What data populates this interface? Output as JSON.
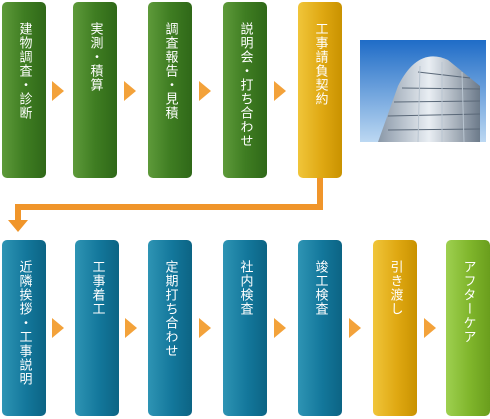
{
  "row1": [
    {
      "label": "建物調査・診断",
      "color": "green"
    },
    {
      "label": "実測・積算",
      "color": "green"
    },
    {
      "label": "調査報告・見積",
      "color": "green"
    },
    {
      "label": "説明会・打ち合わせ",
      "color": "green"
    },
    {
      "label": "工事請負契約",
      "color": "gold"
    }
  ],
  "row2": [
    {
      "label": "近隣挨拶・工事説明",
      "color": "teal"
    },
    {
      "label": "工事着工",
      "color": "teal"
    },
    {
      "label": "定期打ち合わせ",
      "color": "teal"
    },
    {
      "label": "社内検査",
      "color": "teal"
    },
    {
      "label": "竣工検査",
      "color": "teal"
    },
    {
      "label": "引き渡し",
      "color": "gold"
    },
    {
      "label": "アフターケア",
      "color": "lime"
    }
  ],
  "colors": {
    "green": "#3f7d22",
    "gold": "#dfa812",
    "teal": "#13779b",
    "lime": "#7fb52b",
    "arrow": "#f3a23a",
    "sky": "#2f7ecf"
  },
  "photo": {
    "icon": "building-photo"
  }
}
